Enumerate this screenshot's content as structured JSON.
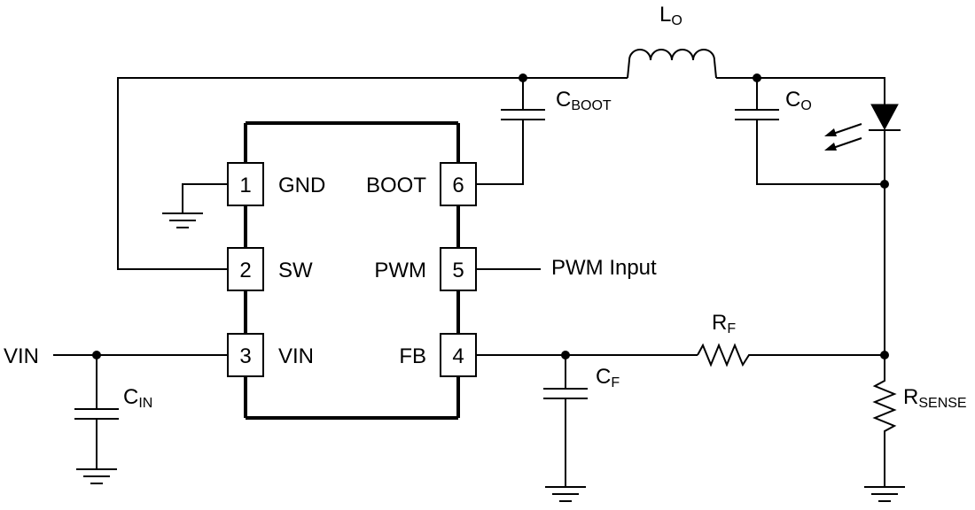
{
  "ic": {
    "pins": [
      {
        "num": "1",
        "label": "GND"
      },
      {
        "num": "2",
        "label": "SW"
      },
      {
        "num": "3",
        "label": "VIN"
      },
      {
        "num": "4",
        "label": "FB"
      },
      {
        "num": "5",
        "label": "PWM"
      },
      {
        "num": "6",
        "label": "BOOT"
      }
    ]
  },
  "labels": {
    "vin": "VIN",
    "pwm_input": "PWM Input",
    "lo": {
      "main": "L",
      "sub": "O"
    },
    "cboot": {
      "main": "C",
      "sub": "BOOT"
    },
    "co": {
      "main": "C",
      "sub": "O"
    },
    "cin": {
      "main": "C",
      "sub": "IN"
    },
    "cf": {
      "main": "C",
      "sub": "F"
    },
    "rf": {
      "main": "R",
      "sub": "F"
    },
    "rsense": {
      "main": "R",
      "sub": "SENSE"
    }
  },
  "colors": {
    "line": "#000000",
    "background": "#ffffff"
  }
}
